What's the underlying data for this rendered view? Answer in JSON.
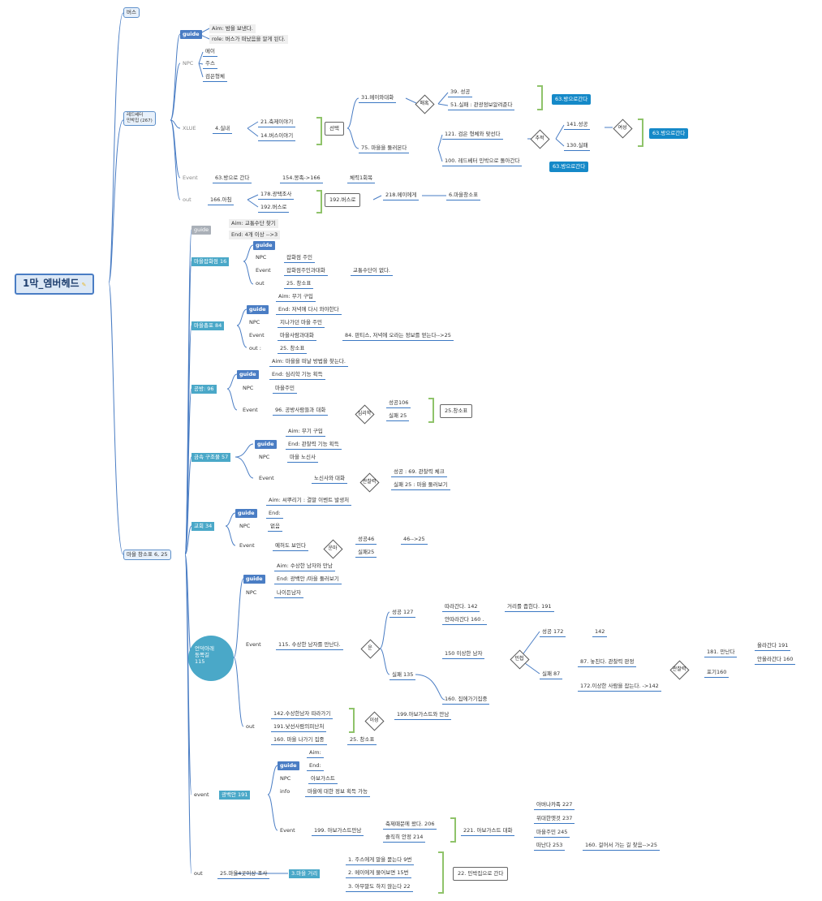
{
  "root": {
    "label": "1막_엠버헤드"
  },
  "bus": {
    "label": "버스"
  },
  "red_better": {
    "label": "레드베터\n민박집 (267)",
    "guide": {
      "tag": "guide",
      "aim": "Aim: 밤을 보낸다.",
      "role": "role: 버스가 떠났음을 알게 된다."
    },
    "npc": {
      "tag": "NPC",
      "items": [
        "메이",
        "주스",
        "검은형체"
      ]
    },
    "clue": {
      "tag": "XLUE",
      "room": "4.실내",
      "opt1": "21.축제이야기",
      "opt2": "14.버스이야기",
      "choice": "선택",
      "talk": "31.메이와대화",
      "persuade": "매혹",
      "success": "39. 성공",
      "fail": "51.실패 : 관광정보알려준다",
      "goto1": "63.방으로간다",
      "look": "75. 마을을 둘러본다",
      "shadow": "121. 검은 형체와 맞선다",
      "chase": "추적",
      "s2": "141.성공",
      "f2": "130.실패",
      "female": "여성",
      "goto2": "63.방으로간다",
      "back": "100. 레드베터 민박으로 돌아간다",
      "goto3": "63.방으로간다"
    },
    "event": {
      "tag": "Event",
      "a": "63.방으로 간다",
      "b": "154.몽족->166",
      "c": "체력1회복"
    },
    "out": {
      "tag": "out",
      "morning": "166.아침",
      "t1": "178.광택조사",
      "t2": "192.버스로",
      "bus": "192.버스로",
      "mei": "218.메이에게",
      "sq": "6.마을창소표"
    }
  },
  "village": {
    "label": "마을 창소표 6, 25",
    "guide": {
      "tag": "guide",
      "aim": "Aim: 교통수단 찾기",
      "end": "End: 4개 이상 -->3"
    },
    "general": {
      "label": "마을잡화점 16",
      "guide": "guide",
      "npc_tag": "NPC",
      "npc": "잡화점 주인",
      "ev_tag": "Event",
      "ev": "잡화점주인과대화",
      "ev2": "교통수단이 없다.",
      "out_tag": "out",
      "out": "25. 창소표"
    },
    "gun": {
      "label": "마을총포 84",
      "guide": "guide",
      "aim": "Aim: 무기 구입",
      "end": "End: 저녁에 다시 와야한다",
      "npc_tag": "NPC",
      "npc": "지나가던 마을 주민",
      "ev_tag": "Event",
      "ev": "마을사람과대화",
      "ev2": "84. 판티스, 저녁에 오라는 정보를 얻는다-->25",
      "out_tag": "out :",
      "out": "25. 창소표"
    },
    "factory": {
      "label": "공방: 96",
      "guide": "guide",
      "aim": "Aim: 마을을 떠날 방법을 찾는다.",
      "end": "End: 심리학 기능 획득",
      "npc_tag": "NPC",
      "npc": "마을주민",
      "ev_tag": "Event",
      "ev": "96. 공방사람들과 대화",
      "psy": "심리학",
      "s": "성공106",
      "f": "실패 25",
      "res": "25.창소표"
    },
    "metal": {
      "label": "금속 구조물 57",
      "guide": "guide",
      "aim": "Aim: 무기 구입",
      "end": "End: 관찰력 기능 획득",
      "npc_tag": "NPC",
      "npc": "마을 노신사",
      "ev_tag": "Event",
      "ev": "노신사와 대화",
      "obs": "관찰력",
      "s": "성공 : 69. 관찰력 체크",
      "f": "실패 25 : 마을 둘러보기"
    },
    "church": {
      "label": "교회 34",
      "guide": "guide",
      "aim": "Aim: 씨뿌리기 : 결말 이벤트 발생처",
      "end": "End:",
      "npc_tag": "NPC",
      "npc": "없음",
      "ev_tag": "Event",
      "ev": "예허도 보인다",
      "luck": "운마",
      "s": "성공46",
      "s2": "46-->25",
      "f": "실패25"
    },
    "hill": {
      "label": "언덕아래\n동쪽길\n115",
      "guide": "guide",
      "aim": "Aim: 수상한 남자와 만남",
      "end": "End: 광백안 /마을 둘러보기",
      "npc_tag": "NPC",
      "npc": "나이든남자",
      "ev_tag": "Event",
      "ev": "115. 수상한 남자를 만난다.",
      "luck": "운",
      "s": "성공 127",
      "follow": "따라간다. 142",
      "dist": "거리를 좁힌다. 191",
      "nofollow": "안따라간다 160 .",
      "f": "실패 135",
      "stranger": "150 이상한 남자",
      "agile": "민첩",
      "s2": "성공 172",
      "s2b": "142",
      "f2": "실패 87",
      "run": "87. 놓친다. 관찰력 판정",
      "obs": "관찰력",
      "meet": "181. 만난다",
      "up": "올라간다 191",
      "noup": "안올라간다 160",
      "give": "포기160",
      "catch": "172.이상한 사람을 잡는다. ->142",
      "house": "160. 집에가기집중",
      "out_tag": "out",
      "o1": "142.수상한남자 따라가기",
      "o2": "191.낯선사람의피난처",
      "o3": "160. 마을 나가기 집중",
      "o3b": "25. 창소표",
      "move": "이성",
      "abo": "199.아보가스트와 만남"
    },
    "event_tag": "event",
    "gwang": {
      "label": "광백안 191",
      "guide": "guide",
      "aim": "Aim:",
      "end": "End:",
      "npc_tag": "NPC",
      "npc": "아보가스트",
      "info_tag": "info",
      "info": "마을에 대한 정보 획득 가능",
      "ev_tag": "Event",
      "ev": "199. 아보가스트만남",
      "e1": "축제때문에 왔다. 206",
      "e2": "솔직히 안정 214",
      "talk": "221. 아보가스트 대화",
      "r1": "아버나카족 227",
      "r2": "위대한옛것 237",
      "r3": "마을주민 245",
      "r4": "떠난다 253",
      "r4b": "160. 걸어서 가는 길 찾음-->25"
    },
    "out_tag": "out",
    "out": {
      "a": "25.마을4곳이상 조사",
      "b": "3.마을 거리",
      "c1": "1. 주스에게 말을 묻는다 9번",
      "c2": "2. 메이에게 물어보면 15번",
      "c3": "3. 아무말도 하지 않는다 22",
      "res": "22. 민박집으로 간다"
    }
  }
}
